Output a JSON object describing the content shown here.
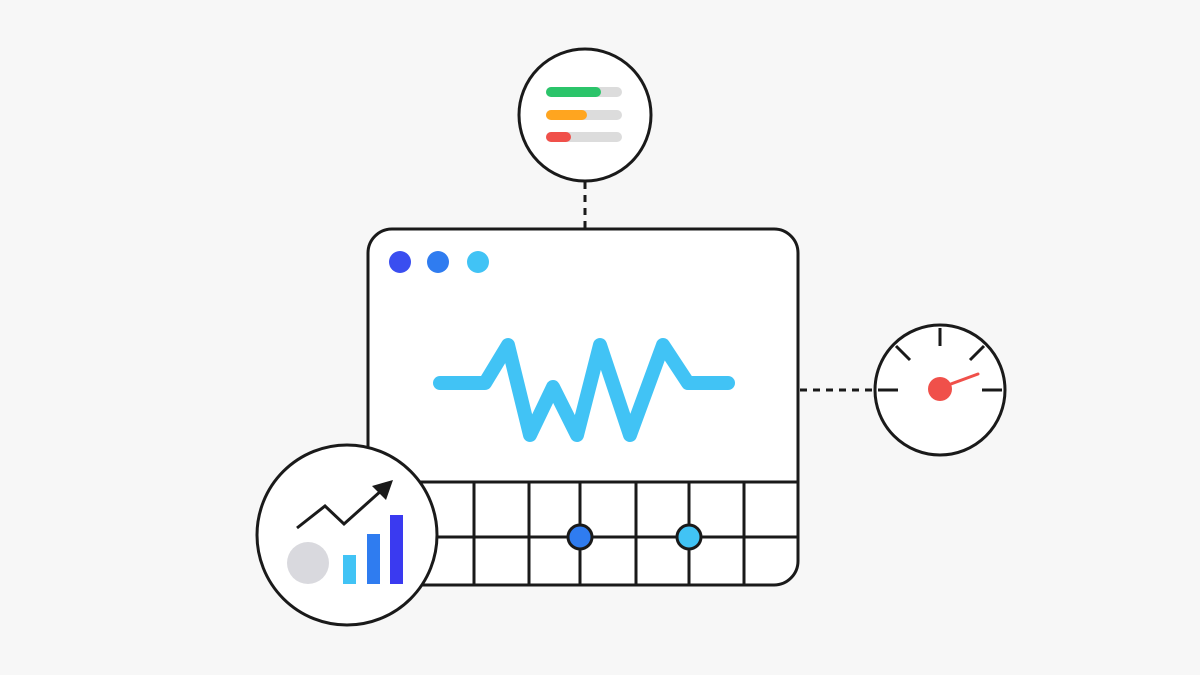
{
  "colors": {
    "background": "#f7f7f7",
    "outline": "#1a1a1a",
    "dot_1": "#3a4ef0",
    "dot_2": "#2f7cf0",
    "dot_3": "#41c3f5",
    "waveform": "#41c3f5",
    "bar_green": "#2bc46a",
    "bar_orange": "#ffa51f",
    "bar_red": "#f0504a",
    "bar_track": "#dcdcdc",
    "gauge_needle": "#f0504a",
    "chart_bar_1": "#41c3f5",
    "chart_bar_2": "#2f7cf0",
    "chart_bar_3": "#3a3af0",
    "grey_circle": "#d9d9de"
  },
  "icons": [
    "browser-window",
    "waveform",
    "status-bars",
    "speedometer-gauge",
    "trend-chart"
  ],
  "status_bars_fill": [
    0.68,
    0.47,
    0.28
  ],
  "gauge_level": 0.75
}
